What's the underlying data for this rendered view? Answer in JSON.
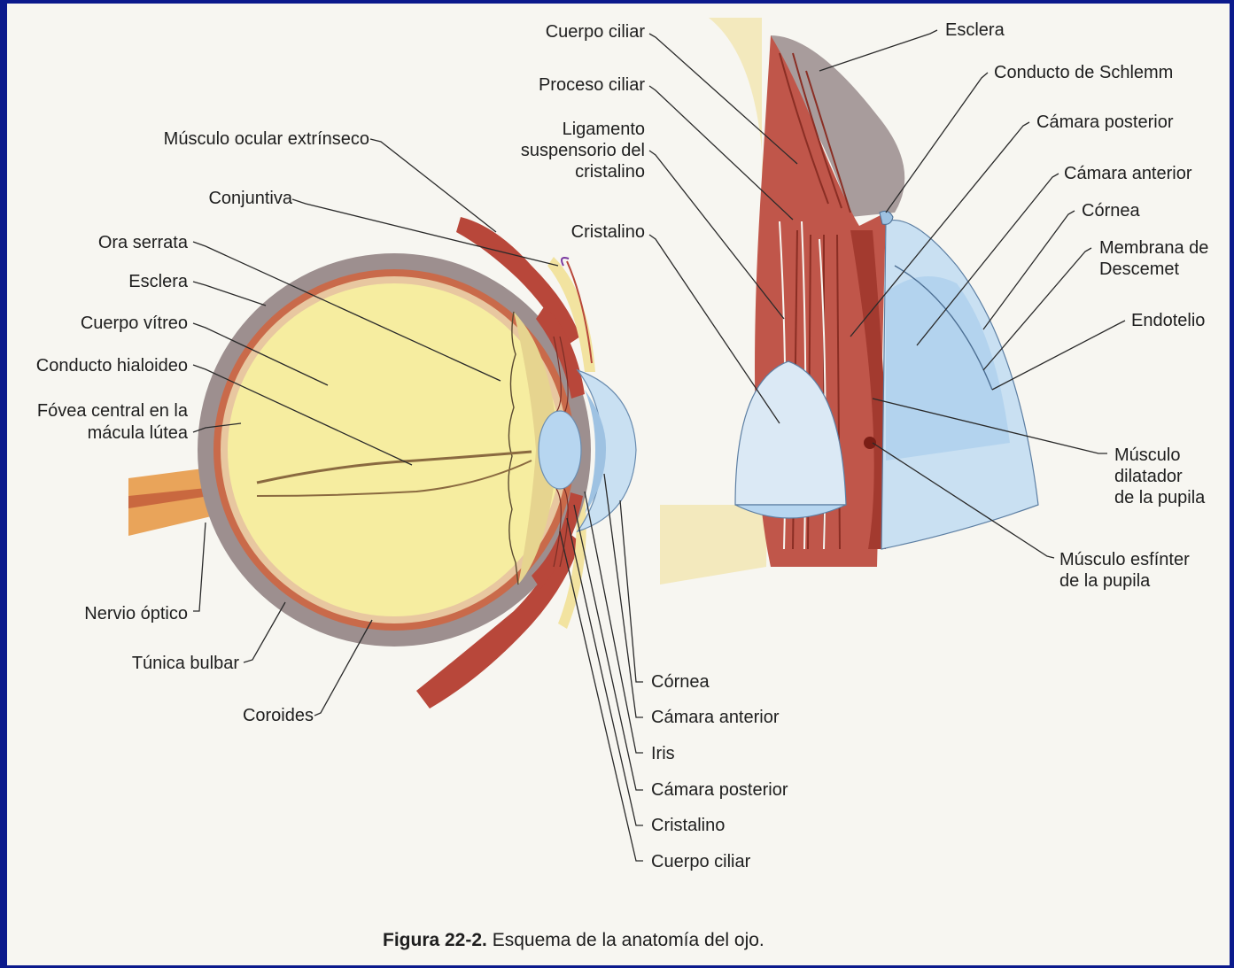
{
  "figure": {
    "caption_number": "Figura 22-2.",
    "caption_text": "Esquema de la anatomía del ojo."
  },
  "labels": {
    "musculo_ocular": "Músculo ocular extrínseco",
    "conjuntiva": "Conjuntiva",
    "ora_serrata": "Ora serrata",
    "esclera_left": "Esclera",
    "cuerpo_vitreo": "Cuerpo vítreo",
    "conducto_hialoideo": "Conducto hialoideo",
    "fovea_1": "Fóvea central en la",
    "fovea_2": "mácula lútea",
    "nervio_optico": "Nervio óptico",
    "tunica_bulbar": "Túnica bulbar",
    "coroides": "Coroides",
    "cornea_bottom": "Córnea",
    "camara_anterior_bottom": "Cámara anterior",
    "iris": "Iris",
    "camara_posterior_bottom": "Cámara posterior",
    "cristalino_bottom": "Cristalino",
    "cuerpo_ciliar_bottom": "Cuerpo ciliar",
    "cuerpo_ciliar_top": "Cuerpo ciliar",
    "proceso_ciliar": "Proceso ciliar",
    "ligamento_1": "Ligamento",
    "ligamento_2": "suspensorio del",
    "ligamento_3": "cristalino",
    "cristalino_top": "Cristalino",
    "esclera_right": "Esclera",
    "conducto_schlemm": "Conducto de Schlemm",
    "camara_posterior_right": "Cámara posterior",
    "camara_anterior_right": "Cámara anterior",
    "cornea_right": "Córnea",
    "membrana_1": "Membrana de",
    "membrana_2": "Descemet",
    "endotelio": "Endotelio",
    "dilatador_1": "Músculo",
    "dilatador_2": "dilatador",
    "dilatador_3": "de la pupila",
    "esfinter_1": "Músculo esfínter",
    "esfinter_2": "de la pupila"
  },
  "colors": {
    "sclera": "#9d8f8f",
    "choroid": "#c96a4a",
    "vitreous": "#f6eda0",
    "muscle": "#b8473a",
    "cornea": "#c9e0f2",
    "lens": "#b7d6f0",
    "background_frame": "#0b1a8c"
  }
}
